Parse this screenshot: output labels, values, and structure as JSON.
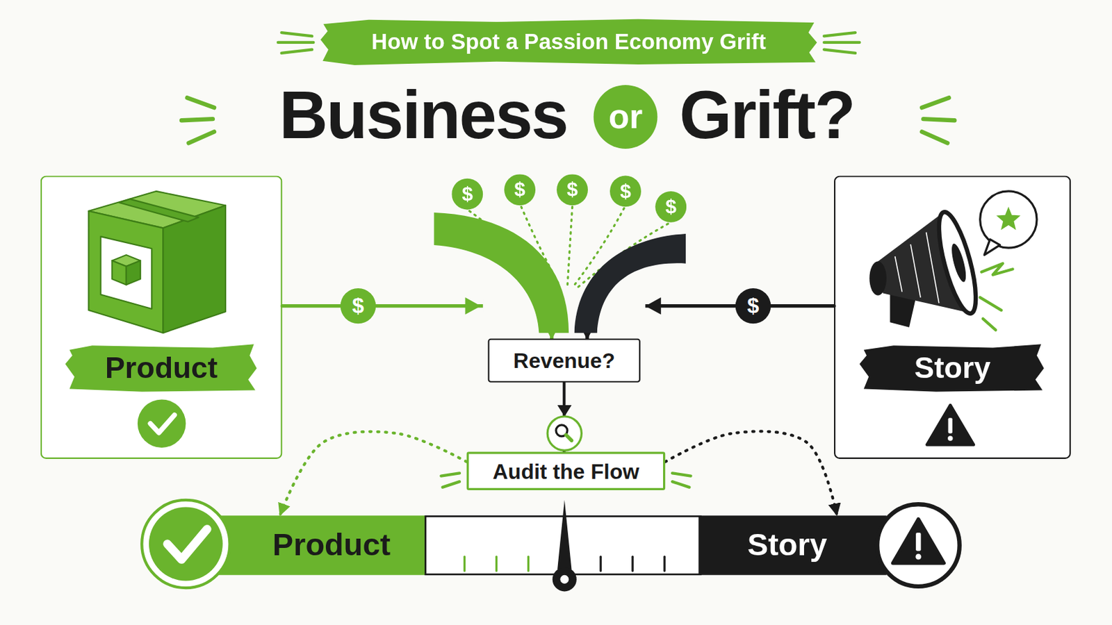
{
  "diagram": {
    "title": "How to Spot a Passion Economy Grift",
    "nodes": [
      {
        "text": [
          "or"
        ]
      },
      {
        "text": [
          "Product"
        ]
      },
      {
        "text": [
          "Revenue?"
        ]
      },
      {
        "text": [
          "Story"
        ]
      },
      {
        "text": [
          "Audit the Flow"
        ]
      },
      {
        "text": [
          "Product"
        ]
      },
      {
        "text": [
          "Story"
        ]
      }
    ],
    "edges": [
      {
        "from": 1,
        "to": 2,
        "label": "$",
        "arrow": "to"
      },
      {
        "from": 3,
        "to": 2,
        "label": "$",
        "arrow": "to"
      },
      {
        "from": 2,
        "to": 4,
        "arrow": "to"
      },
      {
        "from": 4,
        "to": 5,
        "arrow": "to"
      },
      {
        "from": 4,
        "to": 6,
        "arrow": "to"
      }
    ],
    "labels": [
      "Business",
      "Grift?",
      "$",
      "$",
      "$",
      "$",
      "$"
    ]
  }
}
